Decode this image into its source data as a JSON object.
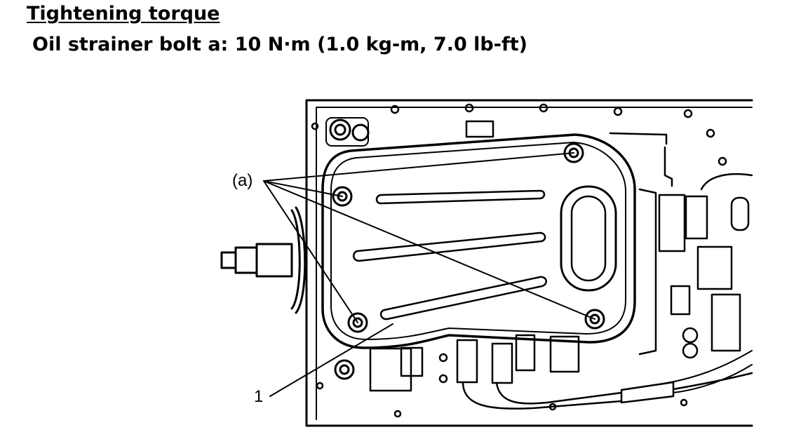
{
  "heading": "Tightening torque",
  "spec_line": "Oil strainer bolt a: 10 N·m (1.0 kg-m, 7.0 lb-ft)",
  "figure": {
    "callout_a": "(a)",
    "callout_1": "1"
  }
}
